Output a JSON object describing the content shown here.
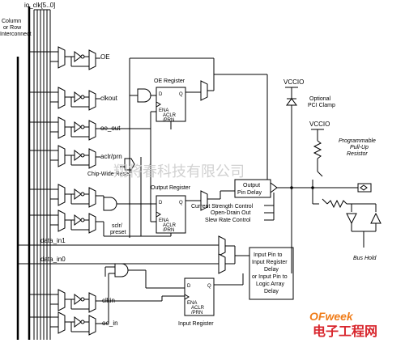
{
  "labels": {
    "io_clk": "io_clk[5..0]",
    "column_row": [
      "Column",
      "or Row",
      "Interconnect"
    ],
    "oe": "OE",
    "clkout": "clkout",
    "oe_out": "oe_out",
    "aclr_prn": "aclr/prn",
    "chip_wide_reset": "Chip-Wide Reset",
    "sclr_preset": [
      "sclr/",
      "preset"
    ],
    "data_in1": "data_in1",
    "data_in0": "data_in0",
    "clkin": "clkin",
    "oe_in": "oe_in",
    "oe_register": "OE Register",
    "output_register": "Output Register",
    "input_register": "Input Register",
    "reg_d": "D",
    "reg_q": "Q",
    "reg_ena": "ENA",
    "reg_aclr": "ACLR",
    "reg_prn": "/PRN",
    "output_pin_delay": [
      "Output",
      "Pin Delay"
    ],
    "current_strength": "Current Strength Control",
    "open_drain": "Open-Drain Out",
    "slew_rate": "Slew Rate Control",
    "input_pin_delay": [
      "Input Pin to",
      "Input Register",
      "Delay",
      "or Input Pin to",
      "Logic Array",
      "Delay"
    ],
    "vccio_1": "VCCIO",
    "vccio_2": "VCCIO",
    "optional_pci": [
      "Optional",
      "PCI Clamp"
    ],
    "programmable_pullup": [
      "Programmable",
      "Pull-Up",
      "Resistor"
    ],
    "bus_hold": "Bus Hold"
  },
  "watermark": {
    "center": "翔将春科技有限公司",
    "brand": "OFweek",
    "brand_cn": "电子工程网"
  },
  "colors": {
    "line": "#000000",
    "watermark": "#c9c9c9",
    "brand_orange": "#f07d1a",
    "brand_red": "#d8262d"
  }
}
